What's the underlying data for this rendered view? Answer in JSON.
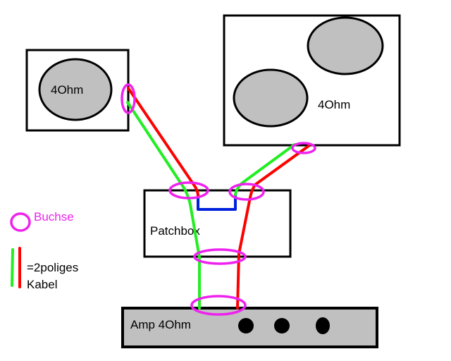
{
  "colors": {
    "wire_plus": "#ff0000",
    "wire_minus": "#22ee22",
    "bridge": "#0022dd",
    "jack": "#ee22ee",
    "cone_fill": "#c0c0c0",
    "amp_fill": "#c0c0c0",
    "outline": "#000000"
  },
  "cabinets": [
    {
      "name": "left-cabinet",
      "label": "4Ohm",
      "speakers": 1
    },
    {
      "name": "right-cabinet",
      "label": "4Ohm",
      "speakers": 2
    }
  ],
  "patchbox": {
    "label": "Patchbox"
  },
  "amp": {
    "label": "Amp 4Ohm",
    "knobs": 3
  },
  "legend": {
    "jack_label": "Buchse",
    "cable_label_line1": "=2poliges",
    "cable_label_line2": "Kabel"
  }
}
